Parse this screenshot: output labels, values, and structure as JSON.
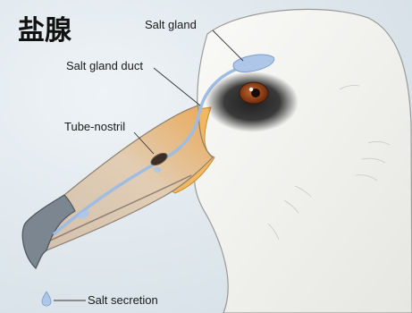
{
  "title": "盐腺",
  "labels": {
    "salt_gland": "Salt gland",
    "salt_gland_duct": "Salt gland duct",
    "tube_nostril": "Tube-nostril",
    "salt_secretion": "Salt secretion"
  },
  "colors": {
    "background": "#dfe8ee",
    "head": "#f4f4f2",
    "beak_sheath": "#dcc8b0",
    "beak_tip": "#7d8892",
    "beak_base": "#f0b45a",
    "gland": "#aec6e8",
    "eye": "#8a3a12"
  }
}
